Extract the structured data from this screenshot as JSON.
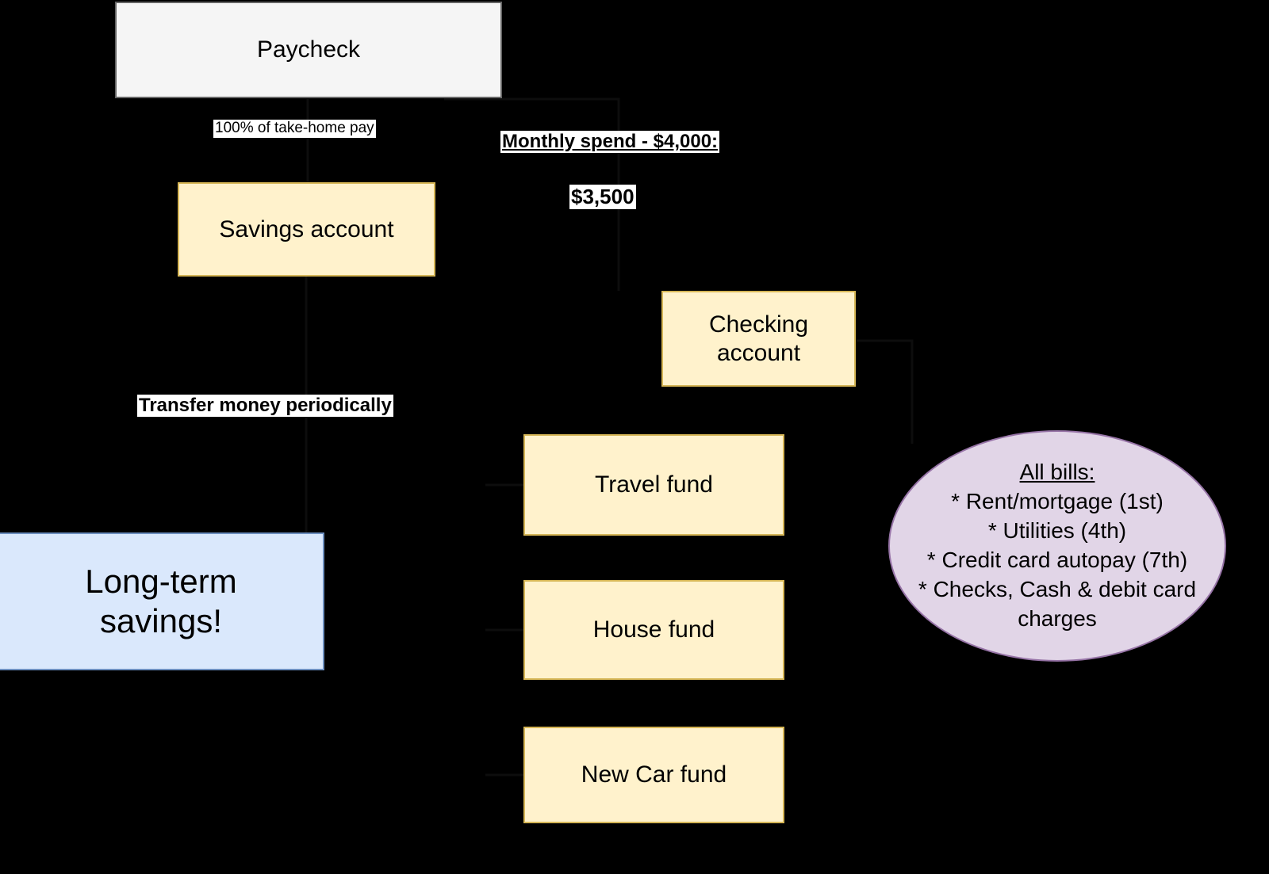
{
  "diagram": {
    "title": "Paycheck budgeting money-flow diagram",
    "background_color": "#000000",
    "palette": {
      "neutral_fill": "#f5f5f5",
      "neutral_stroke": "#666666",
      "yellow_fill": "#fff2cc",
      "yellow_stroke": "#d6b656",
      "blue_fill": "#dae8fc",
      "blue_stroke": "#6c8ebf",
      "purple_fill": "#e1d5e7",
      "purple_stroke": "#9673a6",
      "label_chip_fill": "#ffffff",
      "text_color": "#000000"
    },
    "nodes": {
      "paycheck": {
        "label": "Paycheck"
      },
      "savings_account": {
        "label": "Savings account"
      },
      "checking_account": {
        "label": "Checking\naccount"
      },
      "travel_fund": {
        "label": "Travel fund"
      },
      "house_fund": {
        "label": "House fund"
      },
      "new_car_fund": {
        "label": "New Car fund"
      },
      "long_term_savings": {
        "label": "Long-term\nsavings!"
      },
      "all_bills": {
        "heading": "All bills:",
        "items": [
          "* Rent/mortgage (1st)",
          "* Utilities (4th)",
          "* Credit card autopay (7th)",
          "* Checks, Cash & debit card charges"
        ]
      }
    },
    "edge_labels": {
      "take_home_pay": "100% of take-home pay",
      "monthly_spend": "Monthly spend - $4,000:",
      "checking_amount": "$3,500",
      "transfer_periodically": "Transfer money periodically"
    }
  }
}
